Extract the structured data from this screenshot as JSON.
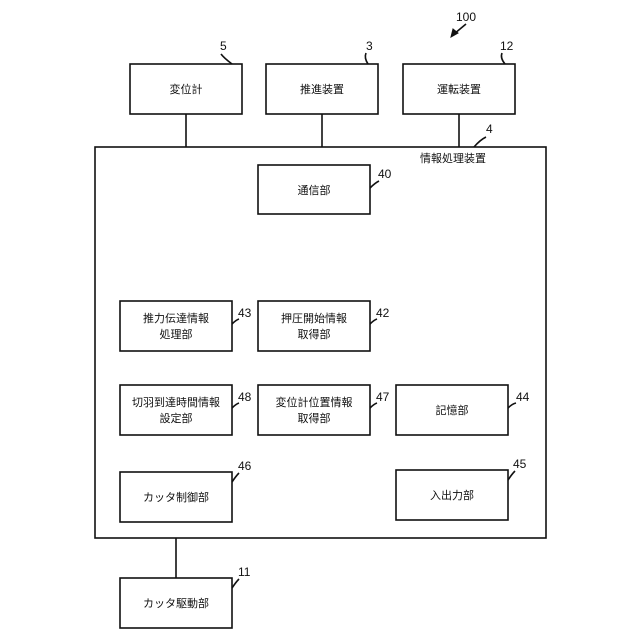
{
  "figure": {
    "ref_main": "100",
    "outer_label": "情報処理装置",
    "outer_ref": "4"
  },
  "blocks": {
    "displacement_meter": {
      "label": "変位計",
      "ref": "5"
    },
    "propulsion_device": {
      "label": "推進装置",
      "ref": "3"
    },
    "operation_device": {
      "label": "運転装置",
      "ref": "12"
    },
    "communication_unit": {
      "label": "通信部",
      "ref": "40"
    },
    "thrust_info_unit": {
      "line1": "推力伝達情報",
      "line2": "処理部",
      "ref": "43"
    },
    "press_start_unit": {
      "line1": "押圧開始情報",
      "line2": "取得部",
      "ref": "42"
    },
    "cutting_time_unit": {
      "line1": "切羽到達時間情報",
      "line2": "設定部",
      "ref": "48"
    },
    "meter_position_unit": {
      "line1": "変位計位置情報",
      "line2": "取得部",
      "ref": "47"
    },
    "storage_unit": {
      "label": "記憶部",
      "ref": "44"
    },
    "cutter_control_unit": {
      "label": "カッタ制御部",
      "ref": "46"
    },
    "io_unit": {
      "label": "入出力部",
      "ref": "45"
    },
    "cutter_drive_unit": {
      "label": "カッタ駆動部",
      "ref": "11"
    }
  }
}
